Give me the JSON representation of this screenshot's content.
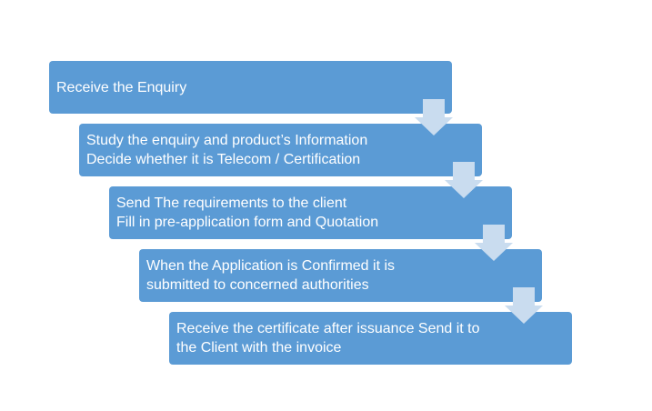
{
  "colors": {
    "step_fill": "#5b9bd5",
    "step_text": "#ffffff",
    "arrow_fill": "#c9dcef"
  },
  "steps": [
    {
      "lines": [
        "Receive the Enquiry"
      ]
    },
    {
      "lines": [
        "Study the enquiry and product’s Information",
        "Decide whether it is Telecom / Certification"
      ]
    },
    {
      "lines": [
        "Send The requirements to the client",
        "Fill in pre-application form and Quotation"
      ]
    },
    {
      "lines": [
        "When the Application is Confirmed it is",
        "submitted to concerned authorities"
      ]
    },
    {
      "lines": [
        "Receive the certificate after issuance Send it to",
        "the Client with the invoice"
      ]
    }
  ],
  "arrows": [
    {
      "icon": "down-arrow-icon"
    },
    {
      "icon": "down-arrow-icon"
    },
    {
      "icon": "down-arrow-icon"
    },
    {
      "icon": "down-arrow-icon"
    }
  ]
}
